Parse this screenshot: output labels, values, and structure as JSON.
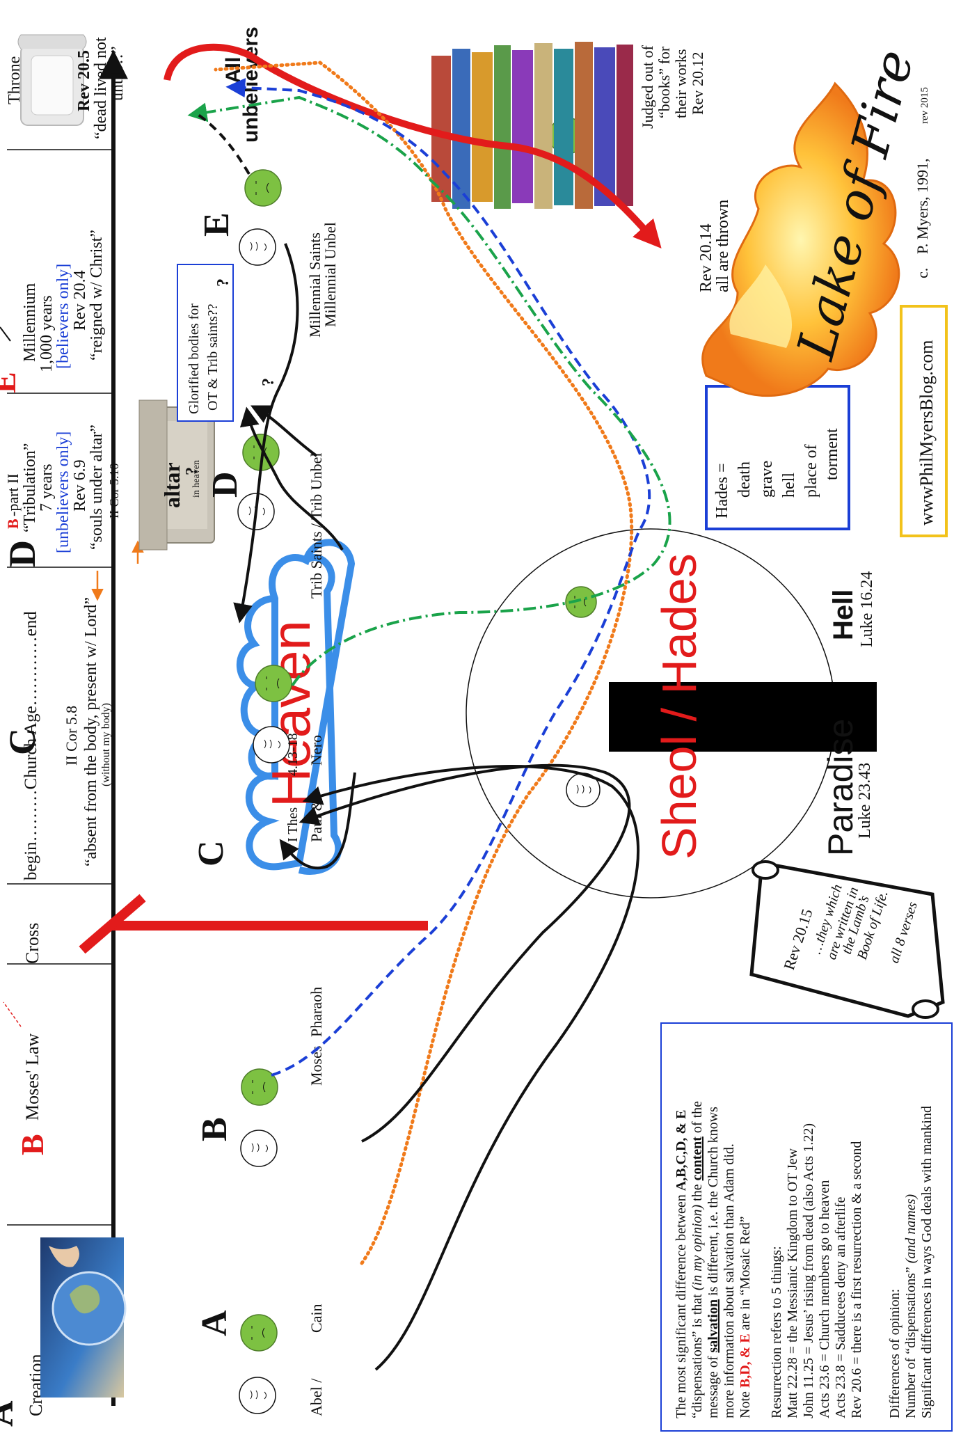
{
  "timeline": {
    "creation": "Creation",
    "letter_a": "A",
    "letter_b": "B",
    "moses_law": "Moses' Law",
    "cross": "Cross",
    "letter_c": "C",
    "church_begin": "begin………Church Age…………end",
    "church_ref": "II Cor 5.8",
    "church_quote": "“absent from the body, present w/ Lord”",
    "church_note": "(without my body)",
    "letter_d": "D",
    "b_part": "B",
    "part_ii": "-part II",
    "trib_title": "“Tribulation”",
    "trib_years": "7 years",
    "trib_unbel": "[unbelievers only]",
    "trib_ref": "Rev 6.9",
    "trib_quote": "“souls under altar”",
    "trib_ref2": "II Cor 5.10",
    "letter_e": "E",
    "mill_title": "Millennium",
    "mill_years": "1,000 years",
    "mill_bel": "[believers only]",
    "mill_ref": "Rev 20.4",
    "mill_quote": "“reigned w/ Christ”",
    "throne": "Throne",
    "rev205": "Rev 20.5",
    "rev205_quote1": "“dead lived not",
    "rev205_quote2": "until…”"
  },
  "people": {
    "abel": "Abel /",
    "cain": "Cain",
    "moses": "Moses",
    "pharaoh": "Pharaoh",
    "paul": "Paul &",
    "nero": "Nero",
    "i_thes": "I Thes",
    "thes_ref": "4.13-18",
    "trib_saints": "Trib Saints / Trib Unbel",
    "mill_saints": "Millennial Saints",
    "mill_unbel": "Millennial Unbel",
    "q1": "?",
    "q2": "?",
    "q3": "?"
  },
  "places": {
    "heaven": "Heaven",
    "heaven_c": "C",
    "altar": "altar",
    "altar_sub": "in heaven",
    "glorified1": "Glorified bodies for",
    "glorified2": "OT & Trib saints??",
    "sheol": "Sheol / Hades",
    "paradise": "Paradise",
    "paradise_ref": "Luke 23.43",
    "hell": "Hell",
    "hell_ref": "Luke 16.24",
    "all_unbel1": "All",
    "all_unbel2": "unbelievers",
    "lake": "Lake of Fire",
    "rev2014a": "Rev 20.14",
    "rev2014b": "all are thrown",
    "judged1": "Judged out of",
    "judged2": "“books” for",
    "judged3": "their works",
    "judged4": "Rev 20.12"
  },
  "hades_box": [
    "Hades =",
    "death",
    "grave",
    "hell",
    "place of",
    "torment"
  ],
  "scroll": [
    "Rev 20.15",
    "…they which",
    "are written in",
    "the Lamb’s",
    "Book of Life.",
    "all 8 verses"
  ],
  "website": "wwwPhilMyersBlog.com",
  "copyright": {
    "c": "c.",
    "name": "P. Myers, 1991,",
    "rev": "rev 2015"
  },
  "notes": {
    "p1_l1_a": "The most significant difference between ",
    "p1_l1_b": "A,B,C,D, & E",
    "p1_l2_a": "“dispensations” is that ",
    "p1_l2_b": "(in my opinion)",
    "p1_l2_c": " the ",
    "p1_l2_d": "content",
    "p1_l2_e": " of the",
    "p1_l3_a": "message of ",
    "p1_l3_b": "salvation",
    "p1_l3_c": " is different, i.e. the Church knows",
    "p1_l4": "more information about salvation than Adam did.",
    "p1_l5_a": "Note ",
    "p1_l5_b": "B,D, & E",
    "p1_l5_c": " are in “Mosaic Red”",
    "p2_head": "Resurrection refers to 5 things:",
    "p2": [
      "Matt 22.28  = the Messianic Kingdom to OT Jew",
      "John 11.25 = Jesus’ rising from dead   (also Acts 1.22)",
      "Acts 23.6 = Church members go to heaven",
      "Acts 23.8 =  Sadducees deny an afterlife",
      "Rev 20.6 = there is a first resurrection & a second"
    ],
    "p3_head": "Differences of opinion:",
    "p3_l1_a": "Number of “dispensations” ",
    "p3_l1_b": "(and names)",
    "p3_l2": "Significant differences in ways God deals with mankind"
  },
  "colors": {
    "red": "#e21b1b",
    "blue": "#1b3fd6",
    "green": "#1aa34a",
    "orange": "#f07a1a",
    "face_green": "#7dc142",
    "heaven_blue": "#3b8ee8",
    "box_yellow": "#f2c21b"
  }
}
